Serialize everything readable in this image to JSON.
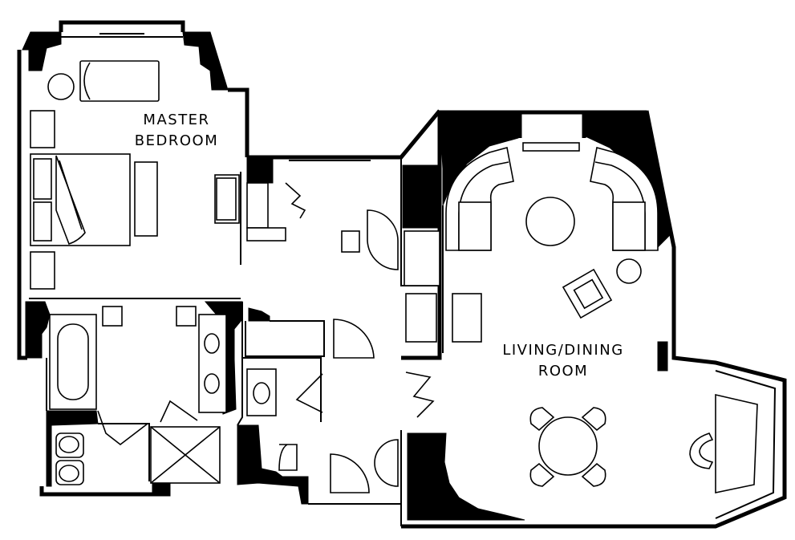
{
  "rooms": {
    "master_bedroom": {
      "line1": "MASTER",
      "line2": "BEDROOM"
    },
    "living_dining": {
      "line1": "LIVING/DINING",
      "line2": "ROOM"
    }
  }
}
